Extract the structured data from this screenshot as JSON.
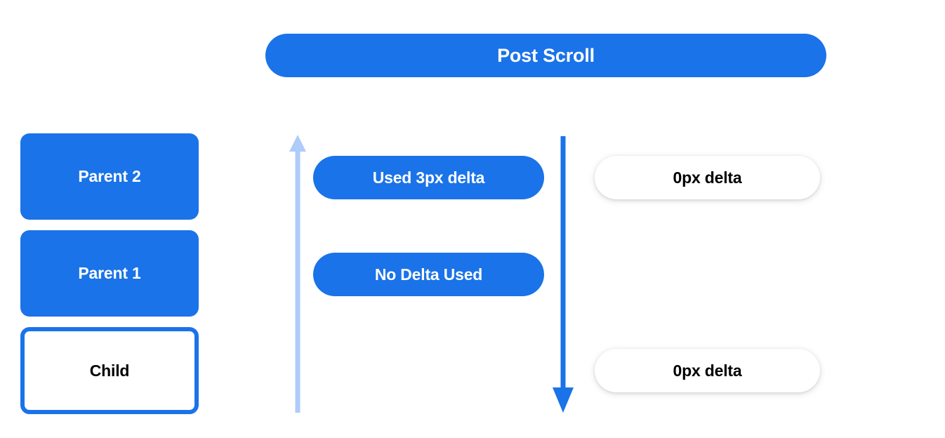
{
  "header": {
    "title": "Post Scroll"
  },
  "colors": {
    "accent_blue": "#1a73e8",
    "light_blue": "#aecbfa",
    "background": "#ffffff",
    "text_dark": "#000000",
    "text_light": "#ffffff"
  },
  "node_column": {
    "boxes": [
      {
        "label": "Parent 2",
        "style": "filled"
      },
      {
        "label": "Parent 1",
        "style": "filled"
      },
      {
        "label": "Child",
        "style": "outlined"
      }
    ]
  },
  "arrows": [
    {
      "name": "scroll-up-arrow",
      "direction": "up",
      "color": "#aecbfa"
    },
    {
      "name": "scroll-down-arrow",
      "direction": "down",
      "color": "#1a73e8"
    }
  ],
  "delta_column": {
    "pills": [
      {
        "label": "Used 3px delta",
        "style": "blue"
      },
      {
        "label": "No Delta Used",
        "style": "blue"
      }
    ]
  },
  "result_column": {
    "pills": [
      {
        "label": "0px delta",
        "style": "white"
      },
      {
        "label": "0px delta",
        "style": "white"
      }
    ]
  }
}
